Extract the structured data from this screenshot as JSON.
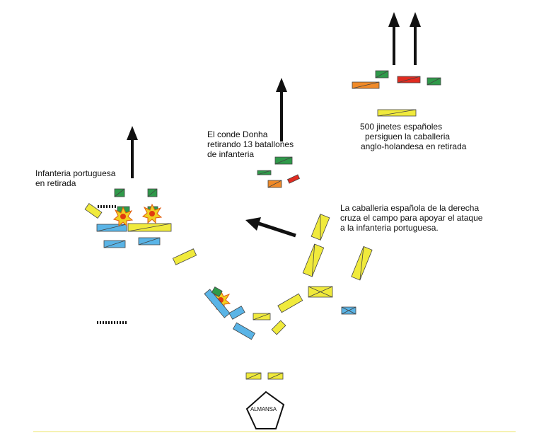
{
  "map": {
    "town_label": "ALMANSA",
    "annotations": {
      "spanish_cavalry_pursuit": [
        "500 jinetes españoles",
        "persiguen la caballeria",
        "anglo-holandesa en retirada"
      ],
      "conde_donha": [
        "El conde Donha",
        "retirando 13 batallones",
        "de infanteria"
      ],
      "portuguese_infantry": [
        "Infanteria portuguesa",
        "en retirada"
      ],
      "spanish_right_cavalry": [
        "La caballeria española de la derecha",
        "cruza el campo para apoyar el ataque",
        "a la infanteria portuguesa."
      ]
    }
  },
  "colors": {
    "yellow_units": "#f0ea3c",
    "blue_units": "#5ab4e6",
    "green_units": "#2f9a4a",
    "red_units": "#e02b20",
    "orange_units": "#f08a28",
    "explosion": "#f0d020",
    "arrow": "#111111",
    "baseline": "#f2ee9a"
  },
  "icons": [
    "explosion-icon",
    "town-marker-icon",
    "retreat-arrow-icon"
  ]
}
